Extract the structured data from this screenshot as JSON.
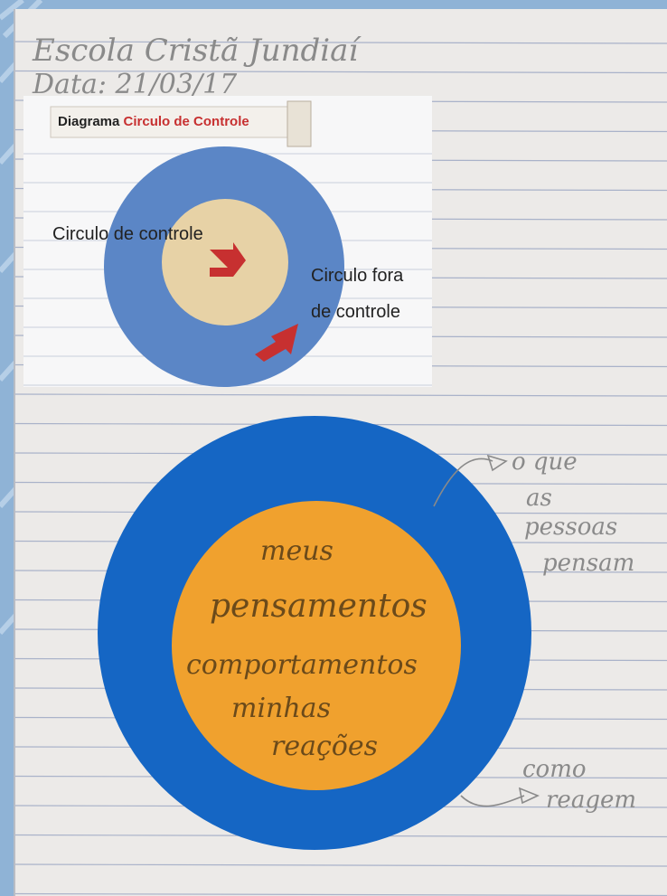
{
  "header": {
    "school": "Escola Cristã Jundiaí",
    "date": "Data: 21/03/17"
  },
  "printed_card": {
    "title_part1": "Diagrama",
    "title_part2": "Circulo de Controle",
    "inner_label": "Circulo de controle",
    "outer_label_line1": "Circulo fora",
    "outer_label_line2": "de controle"
  },
  "drawing": {
    "inner_words": [
      "meus",
      "pensamentos",
      "comportamentos",
      "minhas",
      "reações"
    ],
    "outer_note_top": [
      "o que",
      "as",
      "pessoas",
      "pensam"
    ],
    "outer_note_bottom": [
      "como",
      "reagem"
    ]
  },
  "colors": {
    "paper": "#eceae8",
    "line": "#a9b2c9",
    "outer_circle": "#1566c4",
    "inner_circle": "#f0a12e",
    "card_outer": "#5b86c6",
    "card_inner": "#e7d2a6",
    "arrow": "#c73030",
    "background": "#8fb3d6"
  }
}
